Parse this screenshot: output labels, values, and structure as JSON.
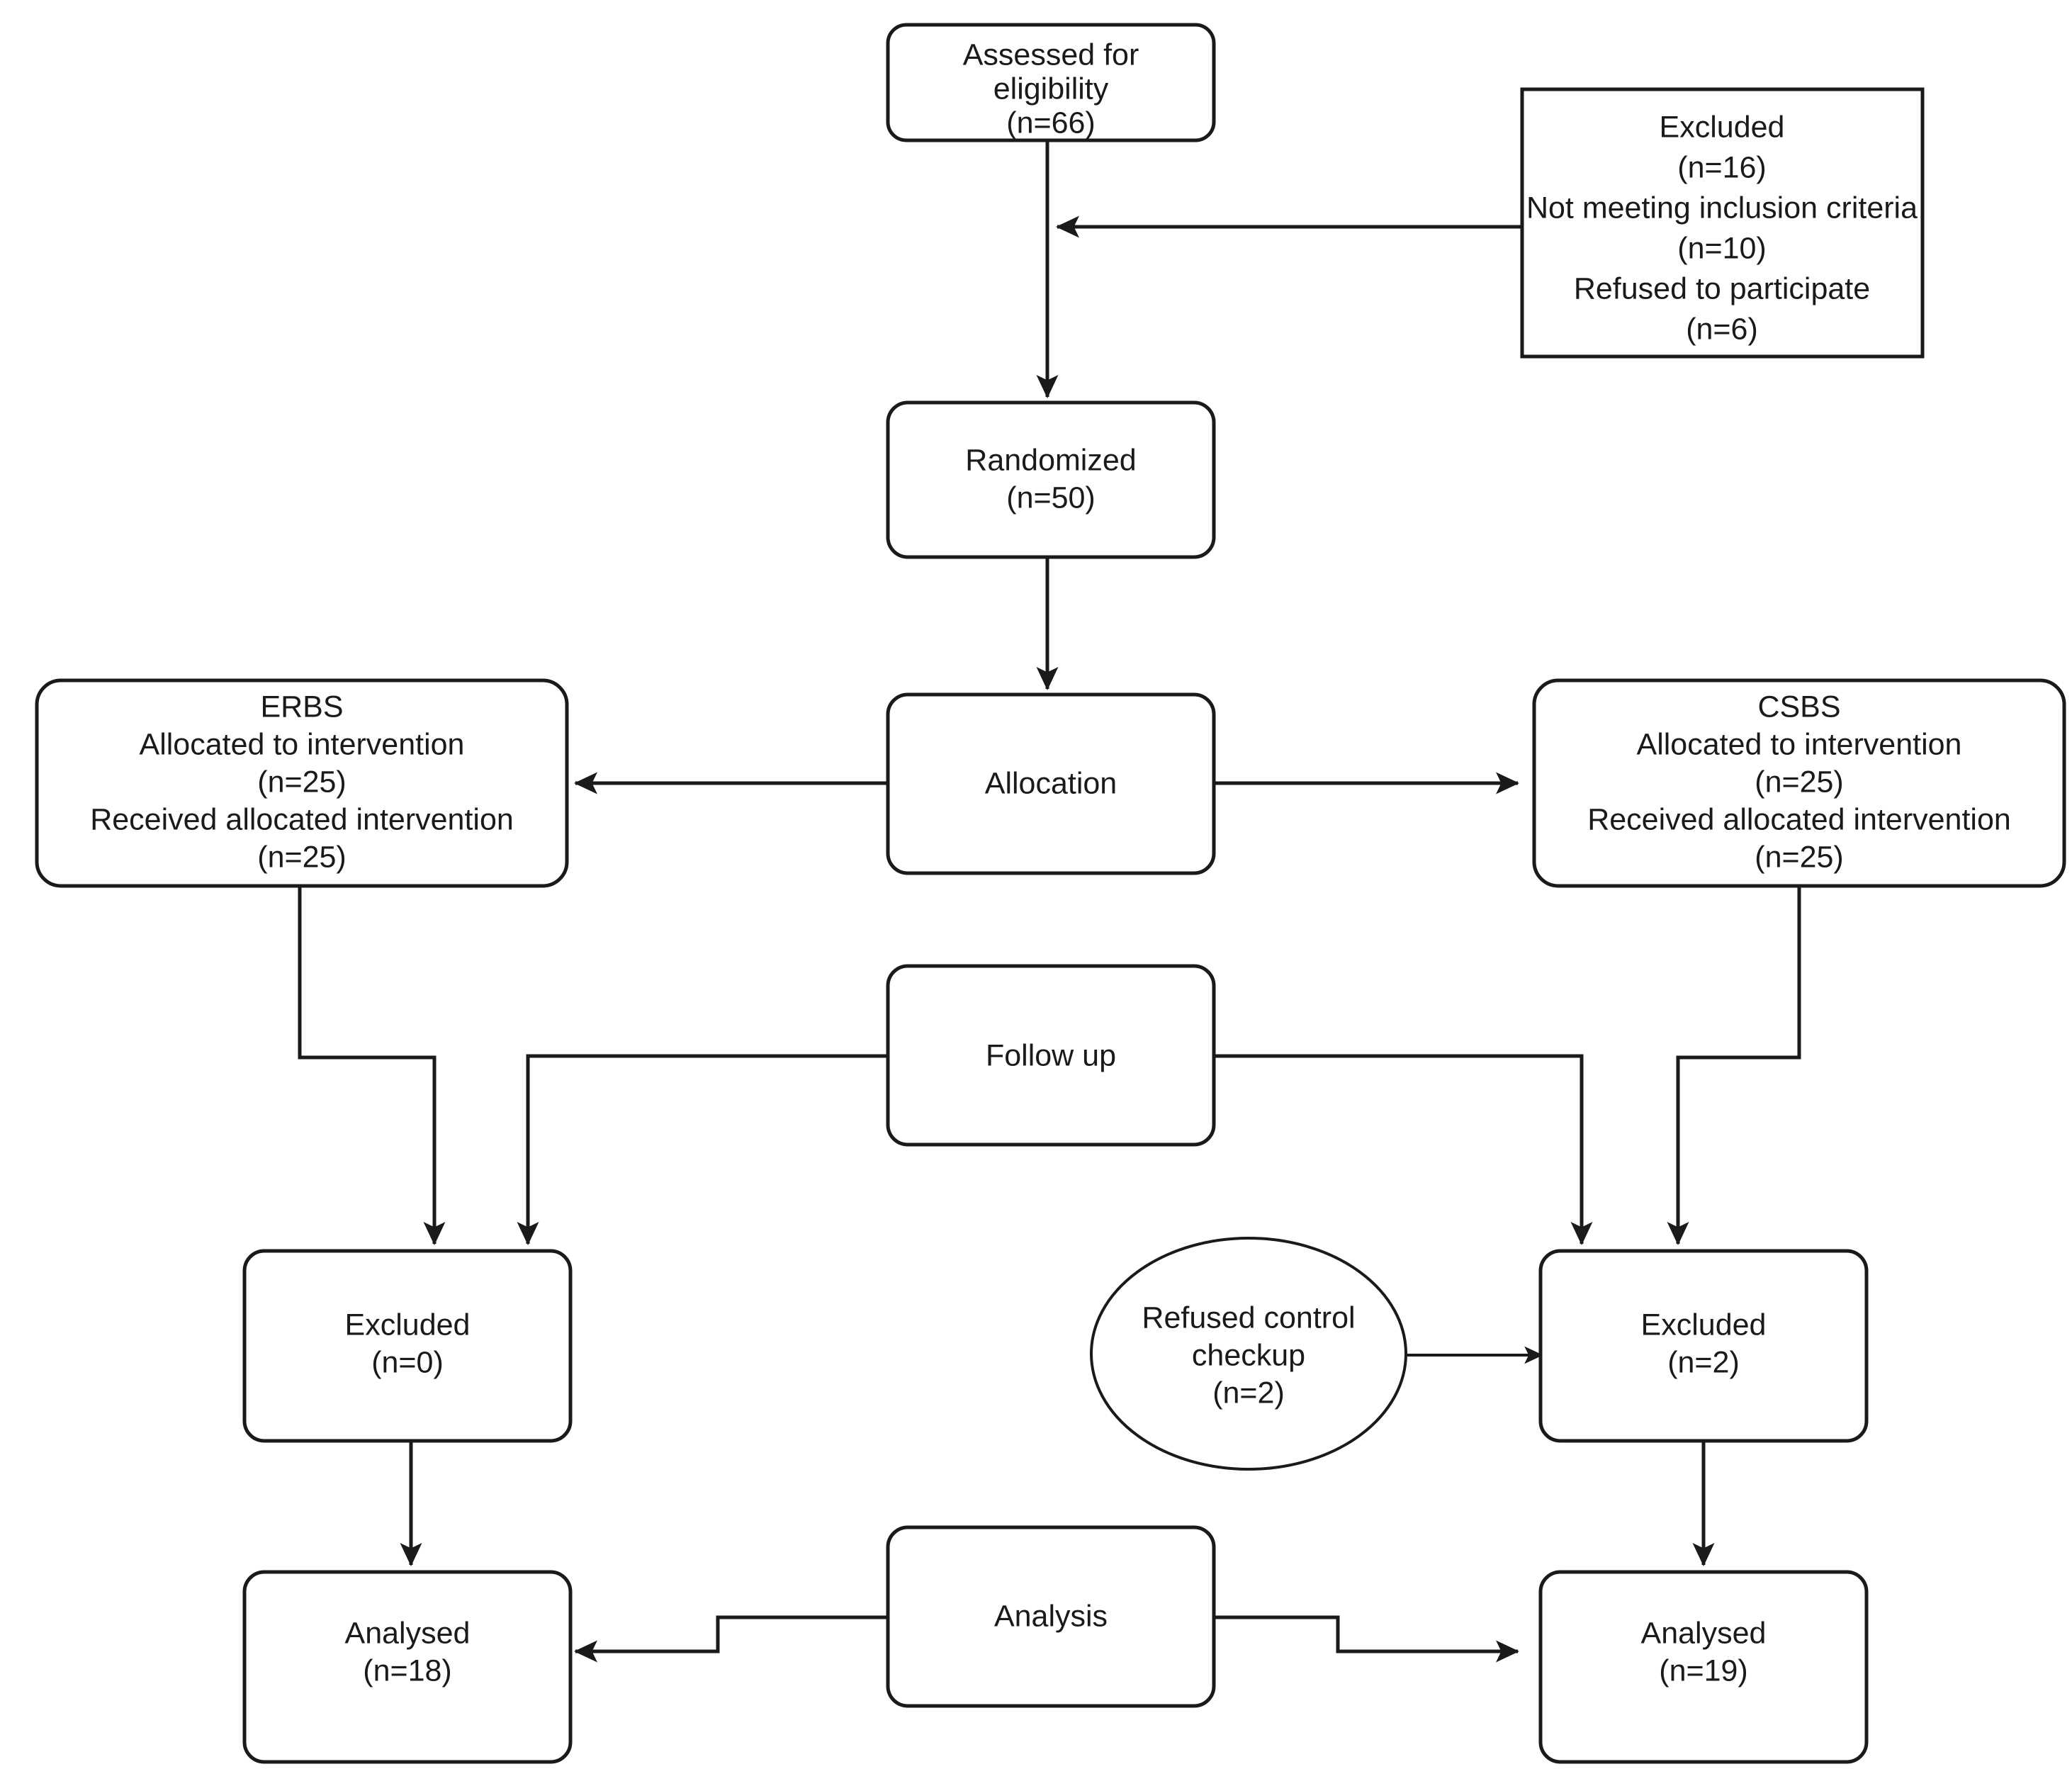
{
  "diagram": {
    "title": "CONSORT participant flow diagram",
    "type": "flowchart",
    "stroke_color": "#1a1a1a",
    "fill_color": "#ffffff",
    "nodes": {
      "assessed": {
        "id": "assessed-for-eligibility",
        "shape": "rounded-rect",
        "lines": [
          "Assessed for",
          "eligibility",
          "(n=66)"
        ]
      },
      "excluded_top": {
        "id": "excluded-screening",
        "shape": "rect",
        "lines": [
          "Excluded",
          "(n=16)",
          "Not meeting inclusion criteria",
          "(n=10)",
          "Refused to participate",
          "(n=6)"
        ]
      },
      "randomized": {
        "id": "randomized",
        "shape": "rounded-rect",
        "lines": [
          "Randomized",
          "(n=50)"
        ]
      },
      "allocation": {
        "id": "allocation",
        "shape": "rounded-rect",
        "lines": [
          "Allocation"
        ]
      },
      "erbs": {
        "id": "erbs-arm",
        "shape": "rounded-rect",
        "lines": [
          "ERBS",
          "Allocated to intervention",
          "(n=25)",
          "Received allocated intervention",
          "(n=25)"
        ]
      },
      "csbs": {
        "id": "csbs-arm",
        "shape": "rounded-rect",
        "lines": [
          "CSBS",
          "Allocated to intervention",
          "(n=25)",
          "Received allocated intervention",
          "(n=25)"
        ]
      },
      "followup": {
        "id": "follow-up",
        "shape": "rounded-rect",
        "lines": [
          "Follow up"
        ]
      },
      "excluded_left": {
        "id": "excluded-erbs",
        "shape": "rounded-rect",
        "lines": [
          "Excluded",
          "(n=0)"
        ]
      },
      "refused_checkup": {
        "id": "refused-control-checkup",
        "shape": "ellipse",
        "lines": [
          "Refused control",
          "checkup",
          "(n=2)"
        ]
      },
      "excluded_right": {
        "id": "excluded-csbs",
        "shape": "rounded-rect",
        "lines": [
          "Excluded",
          "(n=2)"
        ]
      },
      "analysis": {
        "id": "analysis",
        "shape": "rounded-rect",
        "lines": [
          "Analysis"
        ]
      },
      "analysed_left": {
        "id": "analysed-erbs",
        "shape": "rounded-rect",
        "lines": [
          "Analysed",
          "(n=18)"
        ]
      },
      "analysed_right": {
        "id": "analysed-csbs",
        "shape": "rounded-rect",
        "lines": [
          "Analysed",
          "(n=19)"
        ]
      }
    },
    "edges": [
      {
        "id": "assessed-to-randomized",
        "from": "assessed",
        "to": "randomized",
        "arrow": true
      },
      {
        "id": "excluded-top-to-mainline",
        "from": "excluded_top",
        "to": "assessed-randomized-line",
        "arrow": true
      },
      {
        "id": "randomized-to-allocation",
        "from": "randomized",
        "to": "allocation",
        "arrow": true
      },
      {
        "id": "allocation-to-erbs",
        "from": "allocation",
        "to": "erbs",
        "arrow": true
      },
      {
        "id": "allocation-to-csbs",
        "from": "allocation",
        "to": "csbs",
        "arrow": true
      },
      {
        "id": "erbs-to-excluded-left",
        "from": "erbs",
        "to": "excluded_left",
        "arrow": true
      },
      {
        "id": "followup-to-excluded-left",
        "from": "followup",
        "to": "excluded_left",
        "arrow": true
      },
      {
        "id": "followup-to-excluded-right",
        "from": "followup",
        "to": "excluded_right",
        "arrow": true
      },
      {
        "id": "csbs-to-excluded-right",
        "from": "csbs",
        "to": "excluded_right",
        "arrow": true
      },
      {
        "id": "refused-to-excluded-right",
        "from": "refused_checkup",
        "to": "excluded_right",
        "arrow": true
      },
      {
        "id": "excluded-left-to-analysed-left",
        "from": "excluded_left",
        "to": "analysed_left",
        "arrow": true
      },
      {
        "id": "excluded-right-to-analysed-right",
        "from": "excluded_right",
        "to": "analysed_right",
        "arrow": true
      },
      {
        "id": "analysis-to-analysed-left",
        "from": "analysis",
        "to": "analysed_left",
        "arrow": true
      },
      {
        "id": "analysis-to-analysed-right",
        "from": "analysis",
        "to": "analysed_right",
        "arrow": true
      }
    ]
  }
}
